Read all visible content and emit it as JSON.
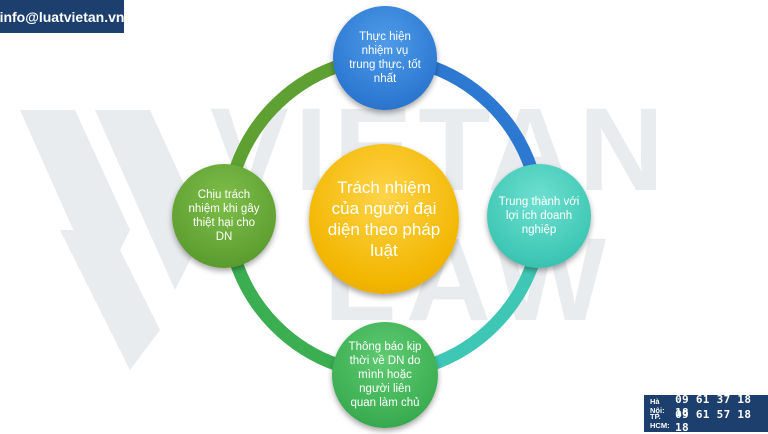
{
  "header": {
    "email": "info@luatvietan.vn"
  },
  "watermark": {
    "line1": "VIETAN",
    "line2": "LAW"
  },
  "diagram": {
    "center": "Trách nhiệm của người đại diện theo pháp luật",
    "nodes": {
      "top": "Thực hiện nhiệm vụ trung thực, tốt nhất",
      "right": "Trung thành với lợi ích doanh nghiệp",
      "bottom": "Thông báo kịp thời về DN do mình hoặc người liên quan làm chủ",
      "left": "Chịu trách nhiệm khi gây thiệt hại cho DN"
    },
    "colors": {
      "top": "#2d79d2",
      "right": "#3fc7b5",
      "bottom": "#3cae52",
      "left": "#5fa032",
      "center": "#f2b600"
    }
  },
  "hotline": {
    "hanoi_label": "Hà Nội:",
    "hanoi_number": "09 61 37 18 18",
    "hcm_label": "TP. HCM:",
    "hcm_number": "09 61 57 18 18"
  }
}
